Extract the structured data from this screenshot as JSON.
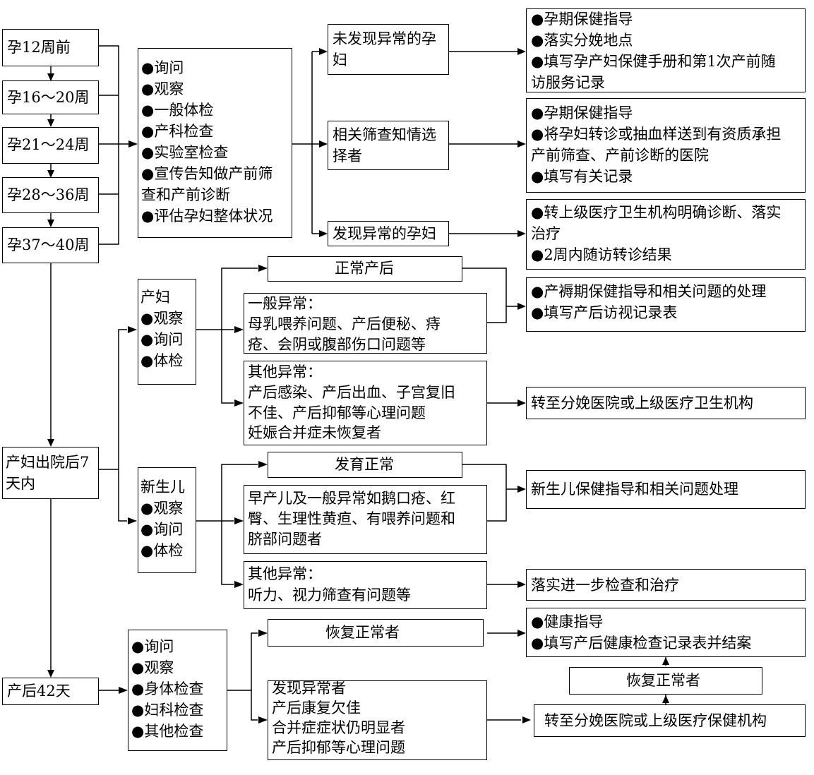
{
  "pregnancy": {
    "stages": [
      "孕12周前",
      "孕16～20周",
      "孕21～24周",
      "孕28～36周",
      "孕37～40周"
    ],
    "services": [
      "●询问",
      "●观察",
      "●一般体检",
      "●产科检查",
      "●实验室检查",
      "●宣传告知做产前筛",
      "查和产前诊断",
      "●评估孕妇整体状况"
    ],
    "outcomes": [
      {
        "label": [
          "未发现异常的孕",
          "妇"
        ],
        "actions": [
          "●孕期保健指导",
          "●落实分娩地点",
          "●填写孕产妇保健手册和第1次产前随",
          "访服务记录"
        ]
      },
      {
        "label": [
          "相关筛查知情选",
          "择者"
        ],
        "actions": [
          "●孕期保健指导",
          "●将孕妇转诊或抽血样送到有资质承担",
          "产前筛查、产前诊断的医院",
          "●填写有关记录"
        ]
      },
      {
        "label": [
          "发现异常的孕妇"
        ],
        "actions": [
          "●转上级医疗卫生机构明确诊断、落实",
          "治疗",
          "●2周内随访转诊结果"
        ]
      }
    ]
  },
  "postpartum_visit": {
    "trigger": [
      "产妇出院后7",
      "天内"
    ],
    "mother": {
      "box": [
        "产妇",
        "●观察",
        "●询问",
        "●体检"
      ],
      "normal": "正常产后",
      "general_abnormal": [
        "一般异常：",
        "母乳喂养问题、产后便秘、痔",
        "疮、会阴或腹部伤口问题等"
      ],
      "other_abnormal": [
        "其他异常：",
        "产后感染、产后出血、子宫复旧",
        "不佳、产后抑郁等心理问题",
        "妊娠合并症未恢复者"
      ],
      "care_action": [
        "●产褥期保健指导和相关问题的处理",
        "●填写产后访视记录表"
      ],
      "referral_action": "转至分娩医院或上级医疗卫生机构"
    },
    "newborn": {
      "box": [
        "新生儿",
        "●观察",
        "●询问",
        "●体检"
      ],
      "normal": "发育正常",
      "general_abnormal": [
        "早产儿及一般异常如鹅口疮、红",
        "臀、生理性黄疸、有喂养问题和",
        "脐部问题者"
      ],
      "other_abnormal": [
        "其他异常：",
        "听力、视力筛查有问题等"
      ],
      "care_action": "新生儿保健指导和相关问题处理",
      "followup_action": "落实进一步检查和治疗"
    }
  },
  "day42": {
    "trigger": "产后42天",
    "services": [
      "●询问",
      "●观察",
      "●身体检查",
      "●妇科检查",
      "●其他检查"
    ],
    "recovered": "恢复正常者",
    "recovered_actions": [
      "●健康指导",
      "●填写产后健康检查记录表并结案"
    ],
    "abnormal": [
      "发现异常者",
      "产后康复欠佳",
      "合并症症状仍明显者",
      "产后抑郁等心理问题"
    ],
    "referral": "转至分娩医院或上级医疗保健机构",
    "recovered_after_referral": "恢复正常者"
  }
}
